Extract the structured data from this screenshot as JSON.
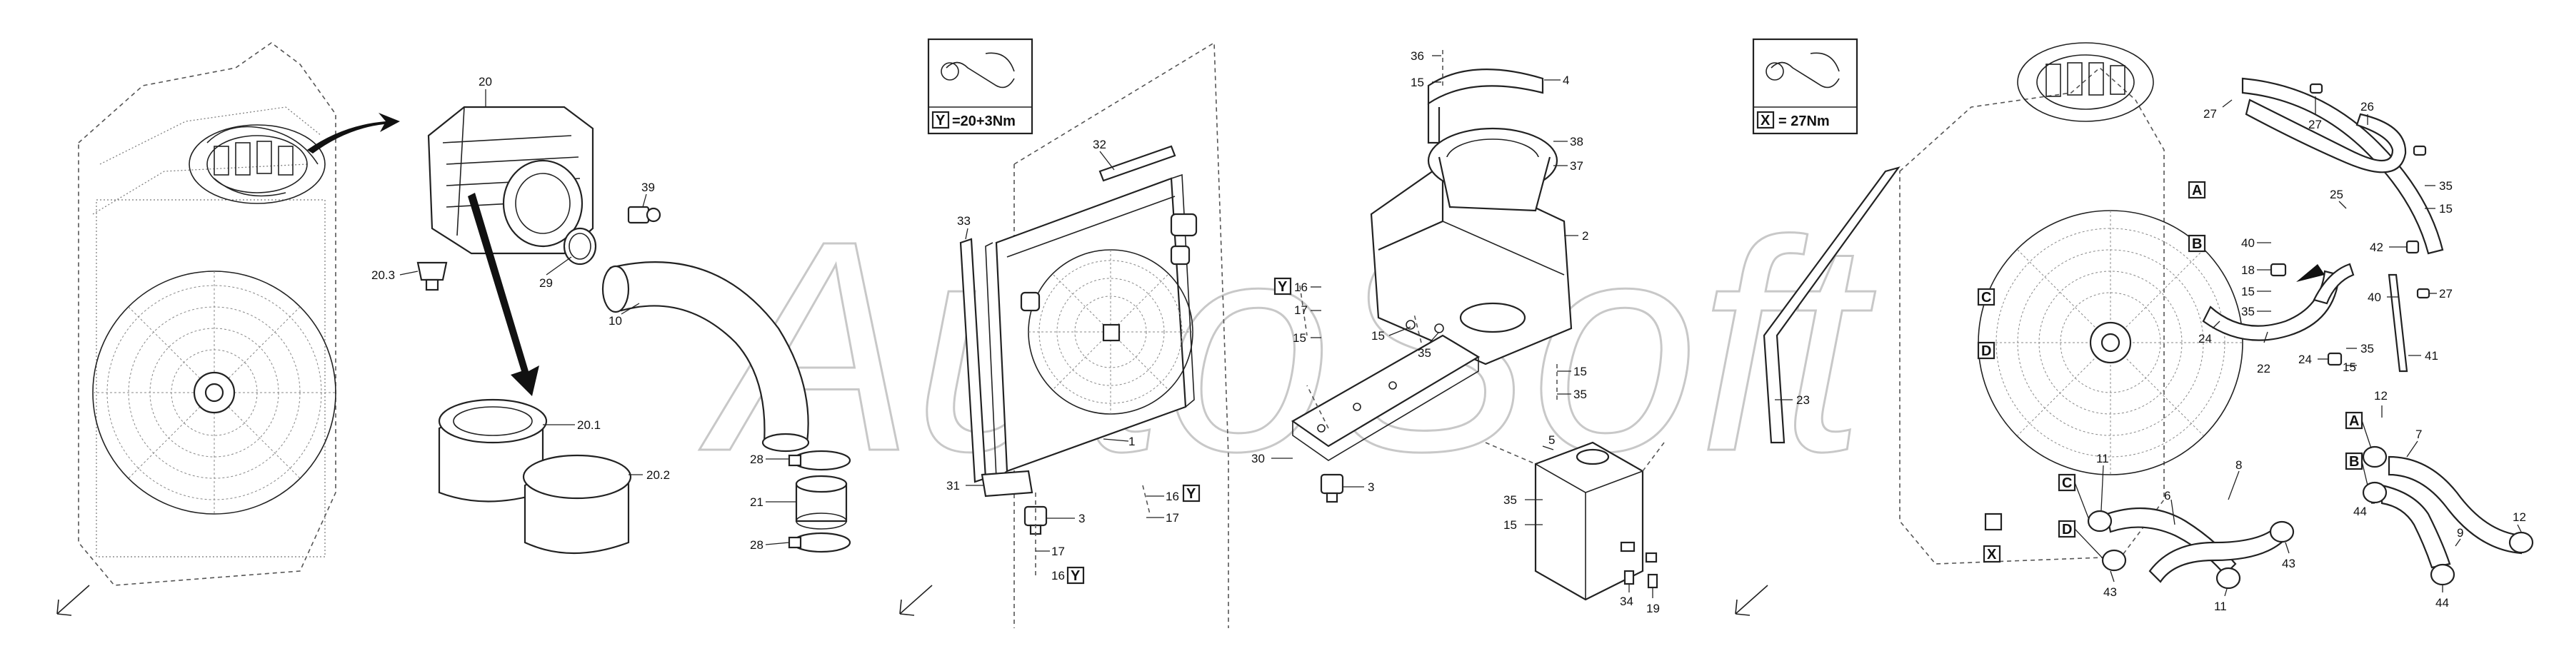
{
  "watermark": "AutoSoft",
  "panels": [
    {
      "id": "air-filter",
      "labels": [
        "20",
        "39",
        "20.3",
        "29",
        "10",
        "20.1",
        "20.2",
        "28",
        "21",
        "28"
      ]
    },
    {
      "id": "radiator-mount",
      "torque": {
        "key": "Y",
        "value": "=20+3Nm"
      },
      "labels": [
        "32",
        "33",
        "1",
        "31",
        "3",
        "17",
        "16",
        "Y",
        "16",
        "17",
        "Y",
        "17",
        "16",
        "Y",
        "36",
        "15",
        "4",
        "38",
        "37",
        "2",
        "15",
        "35",
        "15",
        "35",
        "15",
        "30",
        "3",
        "5",
        "35",
        "15",
        "34",
        "19"
      ]
    },
    {
      "id": "hoses",
      "torque": {
        "key": "X",
        "value": "= 27Nm"
      },
      "labels": [
        "27",
        "27",
        "26",
        "35",
        "15",
        "25",
        "42",
        "27",
        "40",
        "18",
        "15",
        "35",
        "40",
        "24",
        "22",
        "24",
        "35",
        "15",
        "41",
        "23",
        "12",
        "7",
        "11",
        "8",
        "6",
        "44",
        "43",
        "43",
        "11",
        "9",
        "12",
        "44"
      ],
      "connectors": [
        "A",
        "B",
        "C",
        "D",
        "C",
        "D",
        "X",
        "A",
        "B"
      ]
    }
  ],
  "colors": {
    "line": "#222222",
    "label": "#111111",
    "watermark": "#c8c8c8",
    "background": "#ffffff"
  },
  "icons": [
    "wrench-icon",
    "direction-arrow-icon"
  ]
}
